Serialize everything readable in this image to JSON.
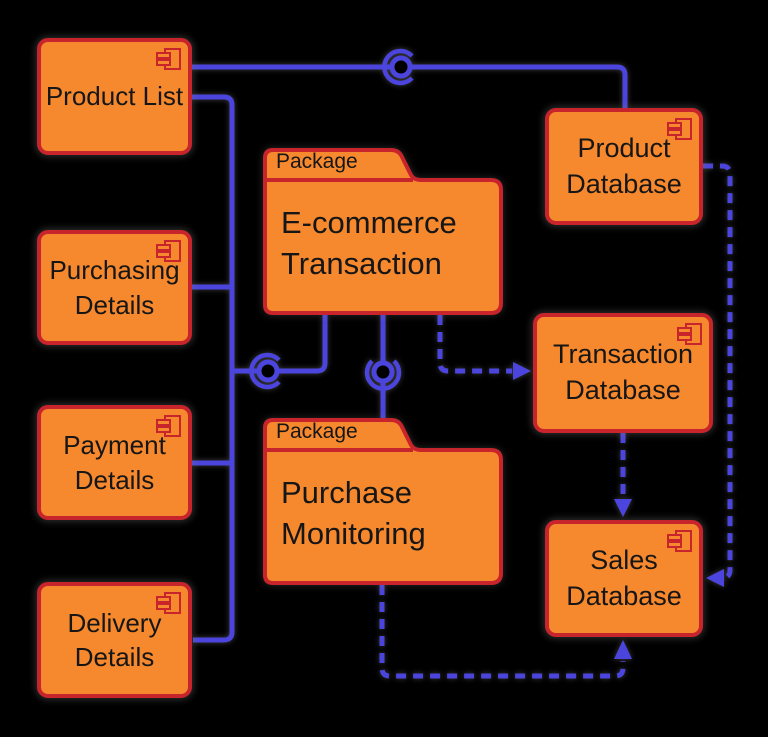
{
  "diagram_type": "uml-component-diagram",
  "colors": {
    "node_fill": "#F6882E",
    "node_border": "#C8242B",
    "connector": "#4B45DE",
    "label_text": "#161616",
    "background": "#000000"
  },
  "icons": {
    "component": "uml-component-icon"
  },
  "nodes": {
    "product_list": {
      "label": "Product List"
    },
    "purchasing_details": {
      "label": "Purchasing Details"
    },
    "payment_details": {
      "label": "Payment Details"
    },
    "delivery_details": {
      "label": "Delivery Details"
    },
    "product_database": {
      "label": "Product Database"
    },
    "transaction_database": {
      "label": "Transaction Database"
    },
    "sales_database": {
      "label": "Sales Database"
    }
  },
  "packages": {
    "tab_label": "Package",
    "ecommerce_transaction": {
      "label": "E-commerce Transaction"
    },
    "purchase_monitoring": {
      "label": "Purchase Monitoring"
    }
  },
  "connectors": {
    "solid_interface_links": [
      "Product List — Product Database (ball-and-socket)",
      "Left components bus — E-commerce Transaction (ball-and-socket)",
      "E-commerce Transaction — Purchase Monitoring (ball-and-socket)"
    ],
    "dashed_dependencies": [
      "E-commerce Transaction → Transaction Database",
      "Product Database → Sales Database",
      "Transaction Database → Sales Database",
      "Purchase Monitoring → Sales Database"
    ]
  }
}
